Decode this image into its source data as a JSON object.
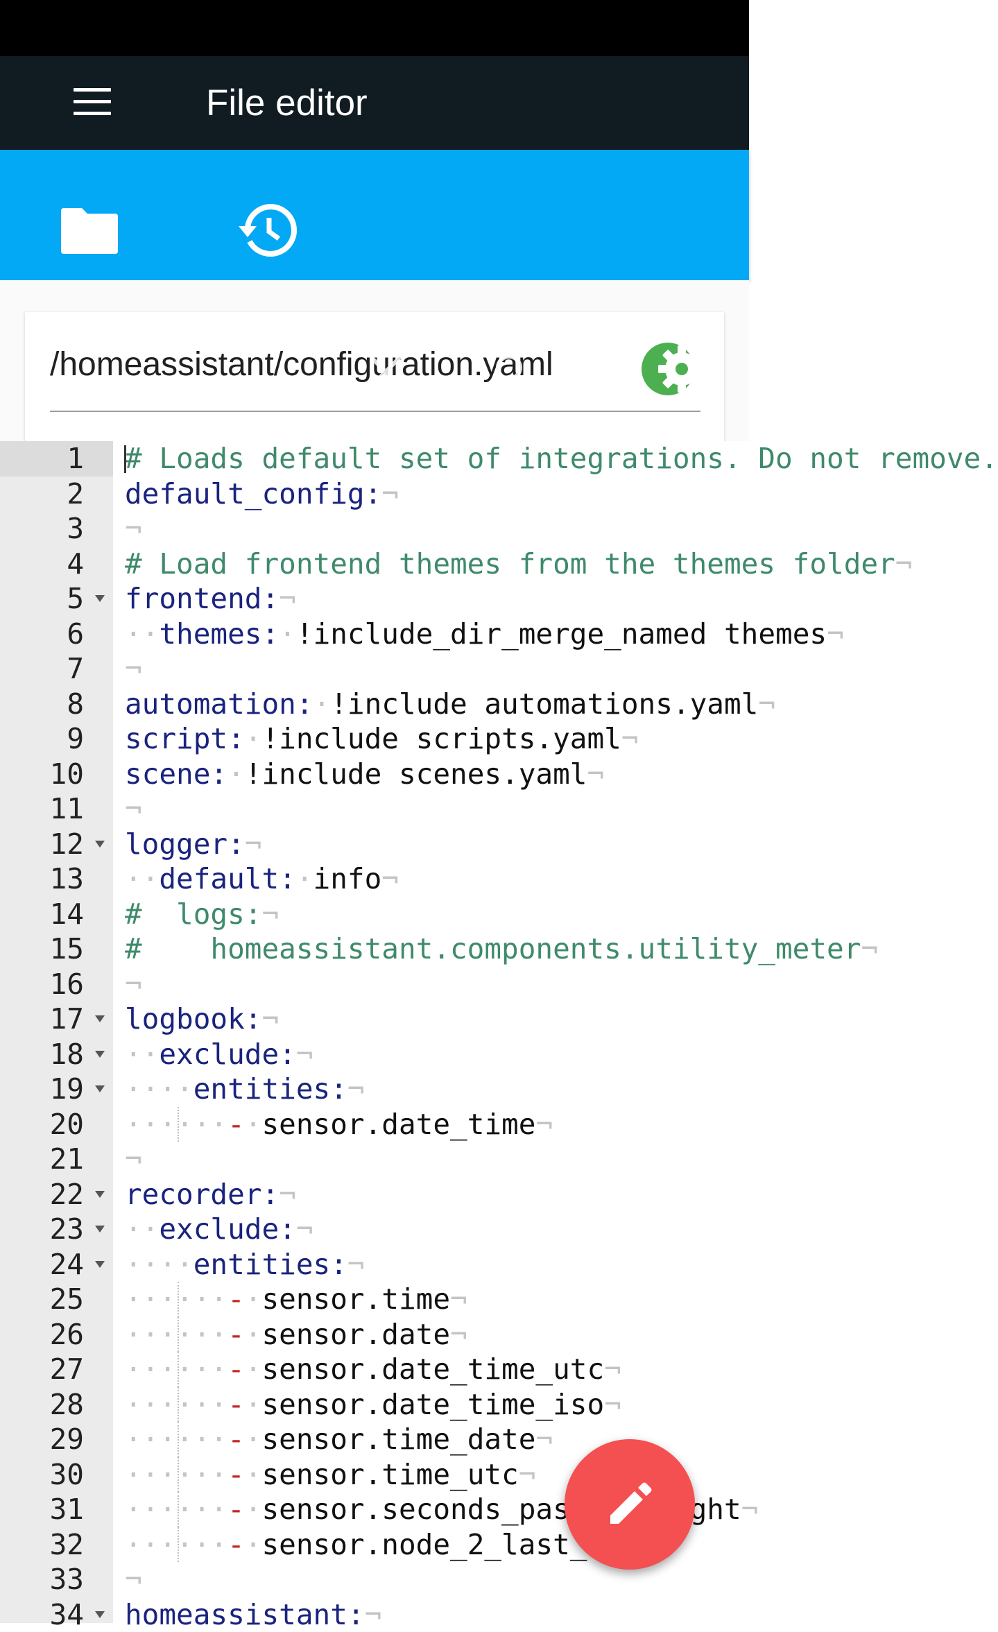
{
  "header": {
    "title": "File editor"
  },
  "toolbar": {
    "folder_icon": "folder-icon",
    "history_icon": "history-icon"
  },
  "file": {
    "path": "/homeassistant/configuration.yaml",
    "clear_icon": "close-icon",
    "search_icon": "search-icon",
    "settings_icon": "settings-icon",
    "settings_color": "#4caf50"
  },
  "colors": {
    "status_bar": "#000000",
    "header": "#111b22",
    "toolbar": "#03a9f4",
    "fab": "#f44f51",
    "comment": "#3f8a6b",
    "key": "#1a237e"
  },
  "editor": {
    "active_line": 1,
    "lines": [
      {
        "n": "1",
        "fold": false,
        "tokens": [
          [
            "c",
            "# Loads default set of integrations. Do not remove."
          ]
        ]
      },
      {
        "n": "2",
        "fold": false,
        "tokens": [
          [
            "k",
            "default_config:"
          ]
        ]
      },
      {
        "n": "3",
        "fold": false,
        "tokens": []
      },
      {
        "n": "4",
        "fold": false,
        "tokens": [
          [
            "c",
            "# Load frontend themes from the themes folder"
          ]
        ]
      },
      {
        "n": "5",
        "fold": true,
        "tokens": [
          [
            "k",
            "frontend:"
          ]
        ]
      },
      {
        "n": "6",
        "fold": false,
        "indent": 2,
        "tokens": [
          [
            "k",
            "themes:"
          ],
          [
            "w",
            " "
          ],
          [
            "v",
            "!include_dir_merge_named themes"
          ]
        ]
      },
      {
        "n": "7",
        "fold": false,
        "tokens": []
      },
      {
        "n": "8",
        "fold": false,
        "tokens": [
          [
            "k",
            "automation:"
          ],
          [
            "w",
            " "
          ],
          [
            "v",
            "!include automations.yaml"
          ]
        ]
      },
      {
        "n": "9",
        "fold": false,
        "tokens": [
          [
            "k",
            "script:"
          ],
          [
            "w",
            " "
          ],
          [
            "v",
            "!include scripts.yaml"
          ]
        ]
      },
      {
        "n": "10",
        "fold": false,
        "tokens": [
          [
            "k",
            "scene:"
          ],
          [
            "w",
            " "
          ],
          [
            "v",
            "!include scenes.yaml"
          ]
        ]
      },
      {
        "n": "11",
        "fold": false,
        "tokens": []
      },
      {
        "n": "12",
        "fold": true,
        "tokens": [
          [
            "k",
            "logger:"
          ]
        ]
      },
      {
        "n": "13",
        "fold": false,
        "indent": 2,
        "tokens": [
          [
            "k",
            "default:"
          ],
          [
            "w",
            " "
          ],
          [
            "v",
            "info"
          ]
        ]
      },
      {
        "n": "14",
        "fold": false,
        "tokens": [
          [
            "c",
            "#  logs:"
          ]
        ]
      },
      {
        "n": "15",
        "fold": false,
        "tokens": [
          [
            "c",
            "#    homeassistant.components.utility_meter"
          ]
        ]
      },
      {
        "n": "16",
        "fold": false,
        "tokens": []
      },
      {
        "n": "17",
        "fold": true,
        "tokens": [
          [
            "k",
            "logbook:"
          ]
        ]
      },
      {
        "n": "18",
        "fold": true,
        "indent": 2,
        "tokens": [
          [
            "k",
            "exclude:"
          ]
        ]
      },
      {
        "n": "19",
        "fold": true,
        "indent": 4,
        "tokens": [
          [
            "k",
            "entities:"
          ]
        ]
      },
      {
        "n": "20",
        "fold": false,
        "indent": 6,
        "guide": true,
        "tokens": [
          [
            "d",
            "-"
          ],
          [
            "w",
            " "
          ],
          [
            "v",
            "sensor.date_time"
          ]
        ]
      },
      {
        "n": "21",
        "fold": false,
        "tokens": []
      },
      {
        "n": "22",
        "fold": true,
        "tokens": [
          [
            "k",
            "recorder:"
          ]
        ]
      },
      {
        "n": "23",
        "fold": true,
        "indent": 2,
        "tokens": [
          [
            "k",
            "exclude:"
          ]
        ]
      },
      {
        "n": "24",
        "fold": true,
        "indent": 4,
        "tokens": [
          [
            "k",
            "entities:"
          ]
        ]
      },
      {
        "n": "25",
        "fold": false,
        "indent": 6,
        "guide": true,
        "tokens": [
          [
            "d",
            "-"
          ],
          [
            "w",
            " "
          ],
          [
            "v",
            "sensor.time"
          ]
        ]
      },
      {
        "n": "26",
        "fold": false,
        "indent": 6,
        "guide": true,
        "tokens": [
          [
            "d",
            "-"
          ],
          [
            "w",
            " "
          ],
          [
            "v",
            "sensor.date"
          ]
        ]
      },
      {
        "n": "27",
        "fold": false,
        "indent": 6,
        "guide": true,
        "tokens": [
          [
            "d",
            "-"
          ],
          [
            "w",
            " "
          ],
          [
            "v",
            "sensor.date_time_utc"
          ]
        ]
      },
      {
        "n": "28",
        "fold": false,
        "indent": 6,
        "guide": true,
        "tokens": [
          [
            "d",
            "-"
          ],
          [
            "w",
            " "
          ],
          [
            "v",
            "sensor.date_time_iso"
          ]
        ]
      },
      {
        "n": "29",
        "fold": false,
        "indent": 6,
        "guide": true,
        "tokens": [
          [
            "d",
            "-"
          ],
          [
            "w",
            " "
          ],
          [
            "v",
            "sensor.time_date"
          ]
        ]
      },
      {
        "n": "30",
        "fold": false,
        "indent": 6,
        "guide": true,
        "tokens": [
          [
            "d",
            "-"
          ],
          [
            "w",
            " "
          ],
          [
            "v",
            "sensor.time_utc"
          ]
        ]
      },
      {
        "n": "31",
        "fold": false,
        "indent": 6,
        "guide": true,
        "tokens": [
          [
            "d",
            "-"
          ],
          [
            "w",
            " "
          ],
          [
            "v",
            "sensor.seconds_past_midnight"
          ]
        ]
      },
      {
        "n": "32",
        "fold": false,
        "indent": 6,
        "guide": true,
        "tokens": [
          [
            "d",
            "-"
          ],
          [
            "w",
            " "
          ],
          [
            "v",
            "sensor.node_2_last_seen"
          ]
        ]
      },
      {
        "n": "33",
        "fold": false,
        "tokens": []
      },
      {
        "n": "34",
        "fold": true,
        "tokens": [
          [
            "k",
            "homeassistant:"
          ]
        ]
      }
    ]
  },
  "fab": {
    "icon": "pencil-icon"
  }
}
